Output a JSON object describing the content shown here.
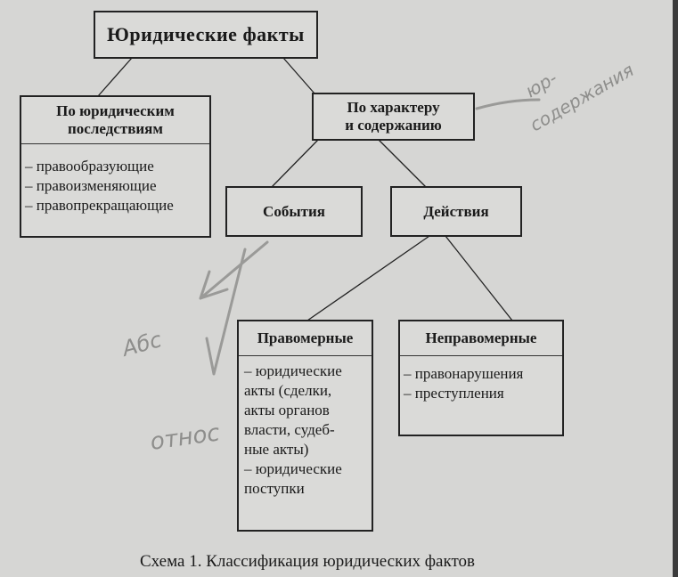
{
  "root": {
    "label": "Юридические факты"
  },
  "by_consequences": {
    "title": "По юридическим последствиям",
    "items": [
      "– правообразующие",
      "– правоизменяющие",
      "– правопрекращающие"
    ]
  },
  "by_nature": {
    "title_line1": "По характеру",
    "title_line2": "и содержанию"
  },
  "events": {
    "label": "События"
  },
  "actions": {
    "label": "Действия"
  },
  "lawful": {
    "title": "Правомерные",
    "lines": [
      "– юридические",
      "акты (сделки,",
      "акты органов",
      "власти, судеб-",
      "ные акты)",
      "– юридические",
      "поступки"
    ]
  },
  "unlawful": {
    "title": "Неправомерные",
    "items": [
      "– правонарушения",
      "– преступления"
    ]
  },
  "caption": "Схема 1. Классификация юридических фактов",
  "handwritten_notes": {
    "note1": "юр-",
    "note2": "содержания",
    "note3": "Абс",
    "note4": "относ"
  }
}
